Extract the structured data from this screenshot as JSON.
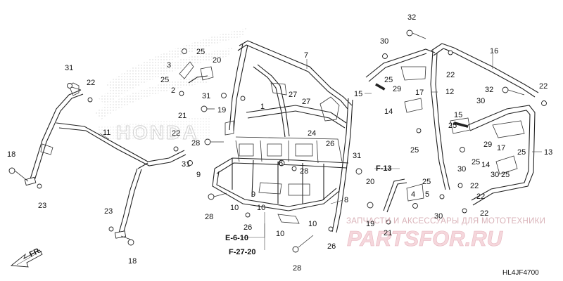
{
  "diagram": {
    "code": "HL4JF4700",
    "front_indicator": "FR.",
    "watermark": {
      "caption": "ЗАПЧАСТИ И АКСЕССУАРЫ ДЛЯ МОТОТЕХНИКИ",
      "logo": "PARTSFOR.RU",
      "background_brand": "HONDA"
    },
    "references": [
      {
        "id": "ref-e-6-10",
        "text": "E-6-10"
      },
      {
        "id": "ref-f-27-20",
        "text": "F-27-20"
      },
      {
        "id": "ref-f-13",
        "text": "F-13"
      }
    ],
    "callouts": [
      {
        "id": "c32a",
        "text": "32"
      },
      {
        "id": "c30a",
        "text": "30"
      },
      {
        "id": "c16",
        "text": "16"
      },
      {
        "id": "c7",
        "text": "7"
      },
      {
        "id": "c25a",
        "text": "25"
      },
      {
        "id": "c20a",
        "text": "20"
      },
      {
        "id": "c3",
        "text": "3"
      },
      {
        "id": "c25b",
        "text": "25"
      },
      {
        "id": "c2",
        "text": "2"
      },
      {
        "id": "c31a",
        "text": "31"
      },
      {
        "id": "c22a",
        "text": "22"
      },
      {
        "id": "c21a",
        "text": "21"
      },
      {
        "id": "c19a",
        "text": "19"
      },
      {
        "id": "c31b",
        "text": "31"
      },
      {
        "id": "c1",
        "text": "1"
      },
      {
        "id": "c27a",
        "text": "27"
      },
      {
        "id": "c27b",
        "text": "27"
      },
      {
        "id": "c25c",
        "text": "25"
      },
      {
        "id": "c22b",
        "text": "22"
      },
      {
        "id": "c29a",
        "text": "29"
      },
      {
        "id": "c17a",
        "text": "17"
      },
      {
        "id": "c15a",
        "text": "15"
      },
      {
        "id": "c12",
        "text": "12"
      },
      {
        "id": "c30b",
        "text": "30"
      },
      {
        "id": "c32b",
        "text": "32"
      },
      {
        "id": "c22c",
        "text": "22"
      },
      {
        "id": "c11",
        "text": "11"
      },
      {
        "id": "c22d",
        "text": "22"
      },
      {
        "id": "c28a",
        "text": "28"
      },
      {
        "id": "c24",
        "text": "24"
      },
      {
        "id": "c26a",
        "text": "26"
      },
      {
        "id": "c14a",
        "text": "14"
      },
      {
        "id": "c25d",
        "text": "25"
      },
      {
        "id": "c15b",
        "text": "15"
      },
      {
        "id": "c25e",
        "text": "25"
      },
      {
        "id": "c29b",
        "text": "29"
      },
      {
        "id": "c17b",
        "text": "17"
      },
      {
        "id": "c13",
        "text": "13"
      },
      {
        "id": "c18a",
        "text": "18"
      },
      {
        "id": "c31c",
        "text": "31"
      },
      {
        "id": "c9a",
        "text": "9"
      },
      {
        "id": "c6",
        "text": "6"
      },
      {
        "id": "c28b",
        "text": "28"
      },
      {
        "id": "c31d",
        "text": "31"
      },
      {
        "id": "c30c",
        "text": "30"
      },
      {
        "id": "c25f",
        "text": "25"
      },
      {
        "id": "c25g",
        "text": "25"
      },
      {
        "id": "c14b",
        "text": "14"
      },
      {
        "id": "c30d",
        "text": "30"
      },
      {
        "id": "c25h",
        "text": "25"
      },
      {
        "id": "c20b",
        "text": "20"
      },
      {
        "id": "c25i",
        "text": "25"
      },
      {
        "id": "c23a",
        "text": "23"
      },
      {
        "id": "c9b",
        "text": "9"
      },
      {
        "id": "c4",
        "text": "4"
      },
      {
        "id": "c5",
        "text": "5"
      },
      {
        "id": "c22e",
        "text": "22"
      },
      {
        "id": "c22f",
        "text": "22"
      },
      {
        "id": "c10a",
        "text": "10"
      },
      {
        "id": "c10b",
        "text": "10"
      },
      {
        "id": "c8",
        "text": "8"
      },
      {
        "id": "c28c",
        "text": "28"
      },
      {
        "id": "c26b",
        "text": "26"
      },
      {
        "id": "c10c",
        "text": "10"
      },
      {
        "id": "c19b",
        "text": "19"
      },
      {
        "id": "c21b",
        "text": "21"
      },
      {
        "id": "c30e",
        "text": "30"
      },
      {
        "id": "c22g",
        "text": "22"
      },
      {
        "id": "c23b",
        "text": "23"
      },
      {
        "id": "c10d",
        "text": "10"
      },
      {
        "id": "c26c",
        "text": "26"
      },
      {
        "id": "c18b",
        "text": "18"
      },
      {
        "id": "c28d",
        "text": "28"
      }
    ]
  }
}
